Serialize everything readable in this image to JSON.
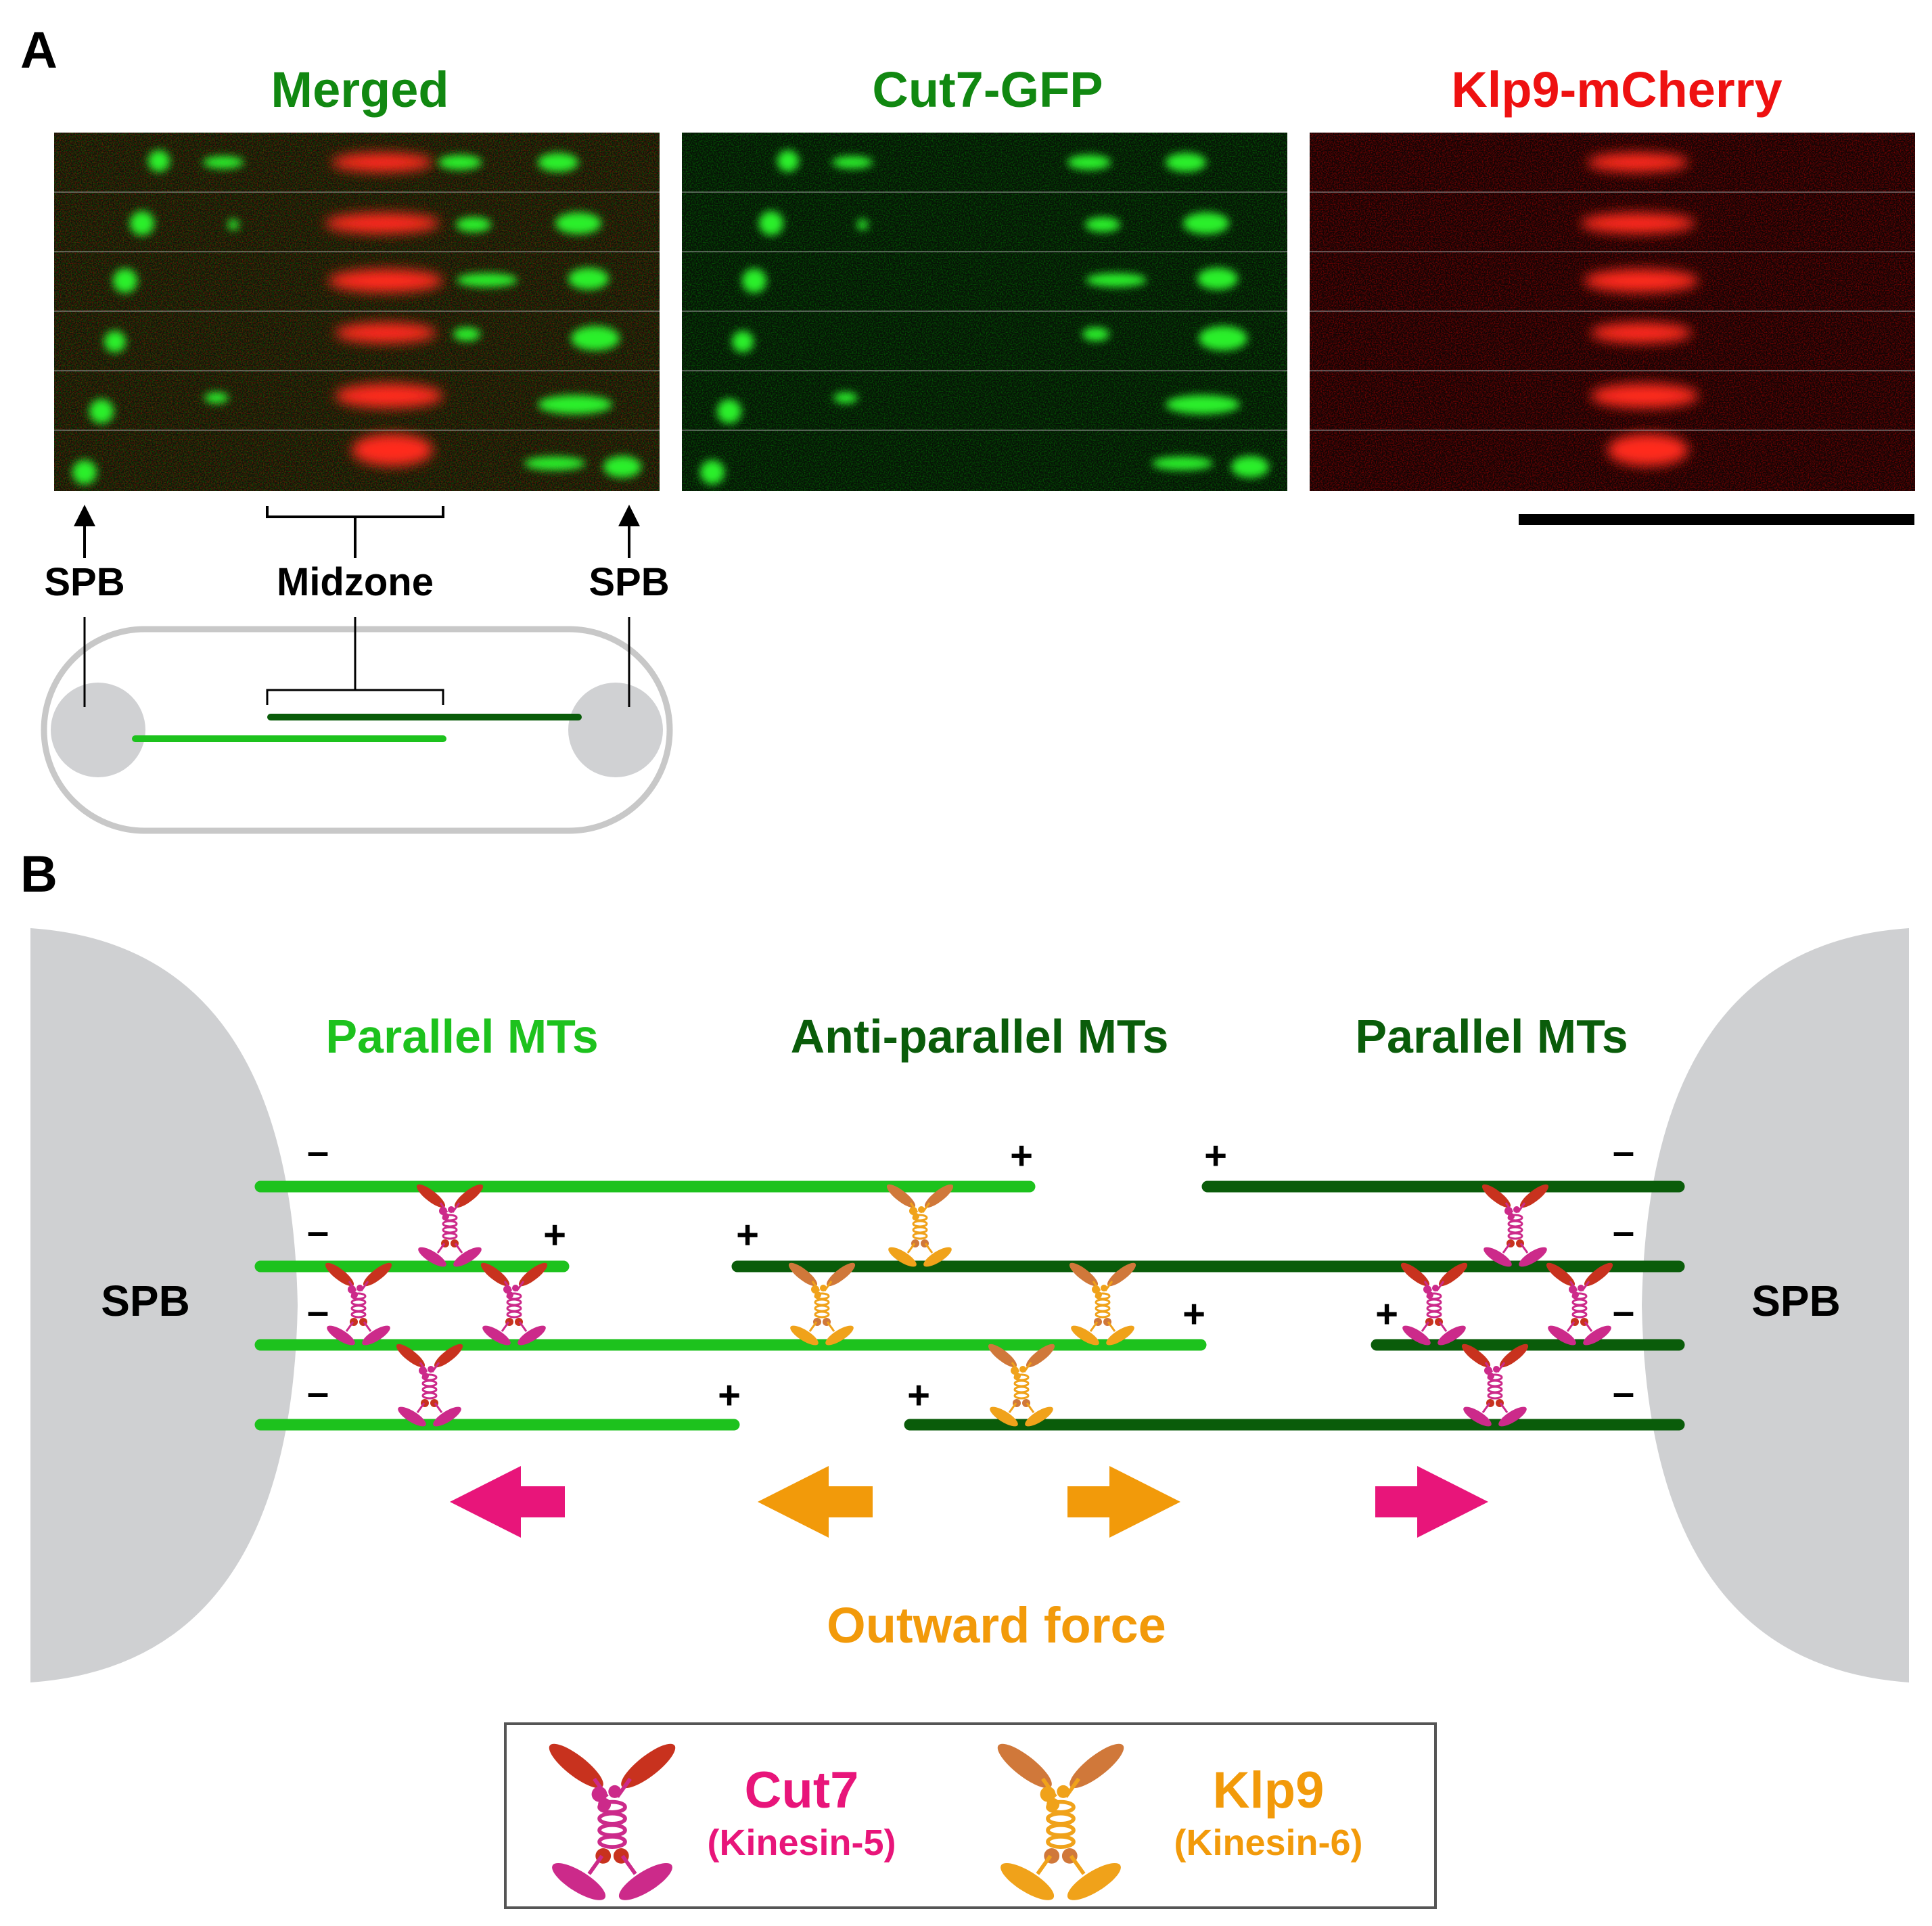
{
  "panel_a": {
    "label": "A",
    "titles": {
      "merged": "Merged",
      "cut7": "Cut7-GFP",
      "klp9": "Klp9-mCherry"
    },
    "labels": {
      "spb_left": "SPB",
      "midzone": "Midzone",
      "spb_right": "SPB"
    }
  },
  "panel_b": {
    "label": "B",
    "left_spb": "SPB",
    "right_spb": "SPB",
    "heading_left": "Parallel MTs",
    "heading_center": "Anti-parallel MTs",
    "heading_right": "Parallel MTs",
    "minus_sign": "–",
    "plus_sign": "+",
    "outward_force": "Outward force"
  },
  "legend": {
    "cut7_name": "Cut7",
    "cut7_family": "(Kinesin-5)",
    "klp9_name": "Klp9",
    "klp9_family": "(Kinesin-6)"
  },
  "colors": {
    "light_green": "#1dc21d",
    "dark_green": "#0a5c0a",
    "red": "#ee1111",
    "cut7_magenta": "#e8157a",
    "klp9_orange": "#f29a0a",
    "spb_gray": "#cfd0d2"
  }
}
